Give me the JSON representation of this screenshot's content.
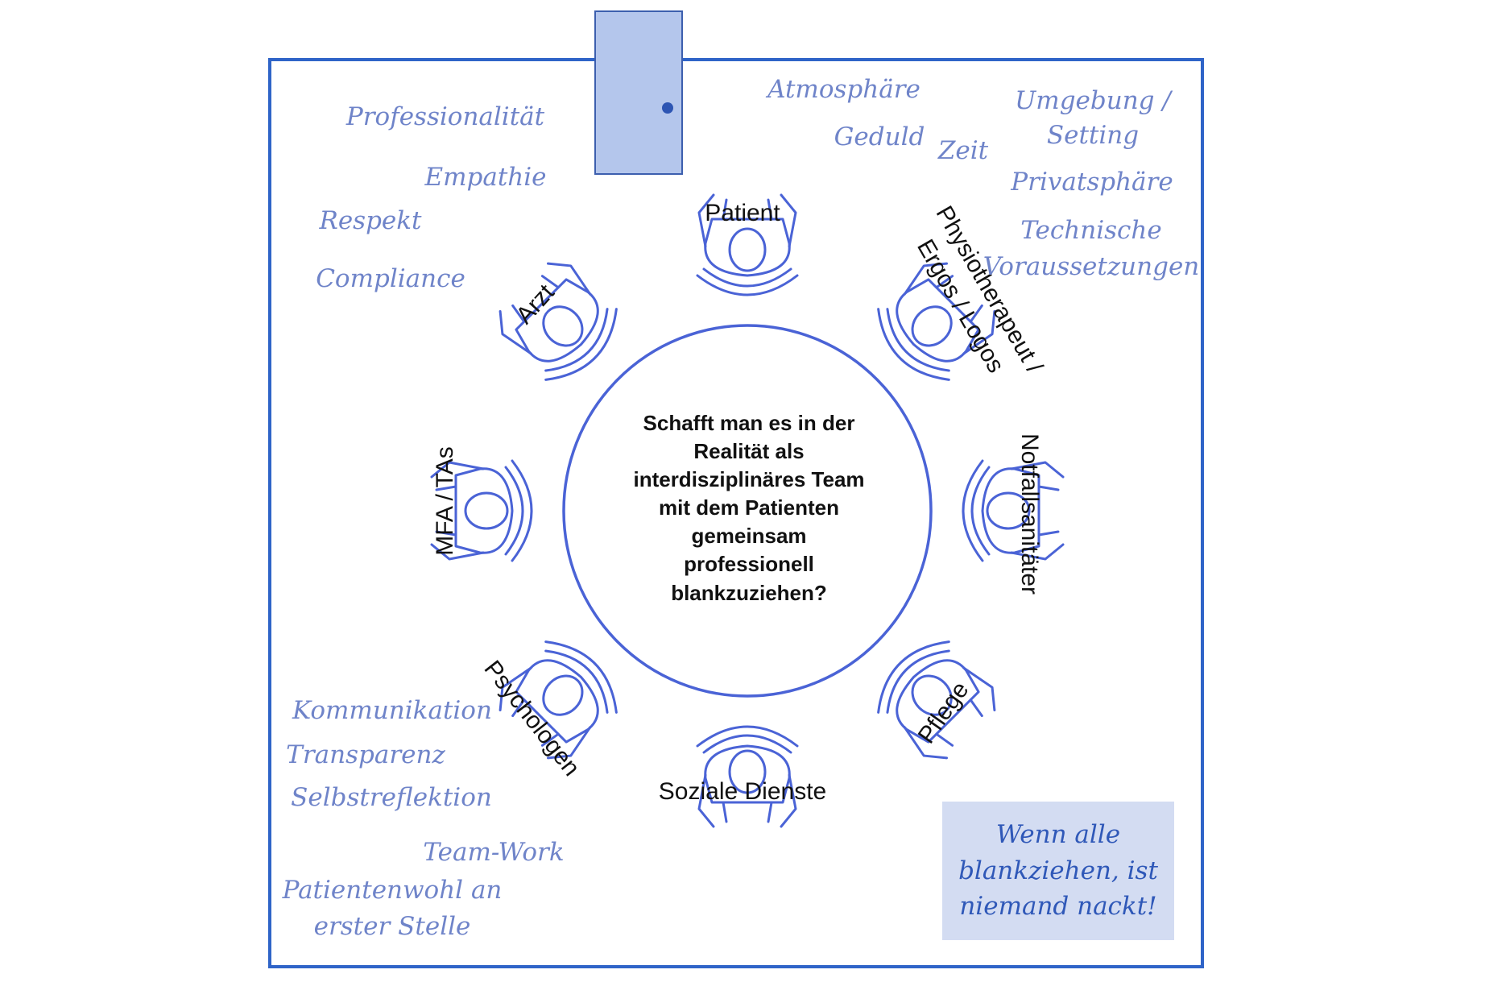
{
  "question": [
    "Schafft man es in der",
    "Realität als",
    "interdisziplinäres Team",
    "mit dem Patienten",
    "gemeinsam",
    "professionell",
    "blankzuziehen?"
  ],
  "roles": {
    "patient": "Patient",
    "physio": [
      "Physiotherapeut /",
      "Ergos / Logos"
    ],
    "notfall": "Notfallsanitäter",
    "pflege": "Pflege",
    "soziale": "Soziale Dienste",
    "psychologen": "Psychologen",
    "mfa": "MFA / TAs",
    "arzt": "Arzt"
  },
  "keywords": {
    "professionalitaet": "Professionalität",
    "empathie": "Empathie",
    "respekt": "Respekt",
    "compliance": "Compliance",
    "atmosphaere": "Atmosphäre",
    "geduld": "Geduld",
    "zeit": "Zeit",
    "umgebung": [
      "Umgebung /",
      "Setting"
    ],
    "privatsphaere": "Privatsphäre",
    "technische": [
      "Technische",
      "Voraussetzungen"
    ],
    "kommunikation": "Kommunikation",
    "transparenz": "Transparenz",
    "selbstreflektion": "Selbstreflektion",
    "teamwork": "Team-Work",
    "patientenwohl": [
      "Patientenwohl an",
      "erster Stelle"
    ]
  },
  "quote": [
    "Wenn alle",
    "blankziehen, ist",
    "niemand nackt!"
  ],
  "colors": {
    "frame": "#2f64c8",
    "line": "#4a63d6",
    "handwriting": "#6f84c9",
    "door": "#b4c6ec",
    "quote_box": "#d3dcf2"
  }
}
